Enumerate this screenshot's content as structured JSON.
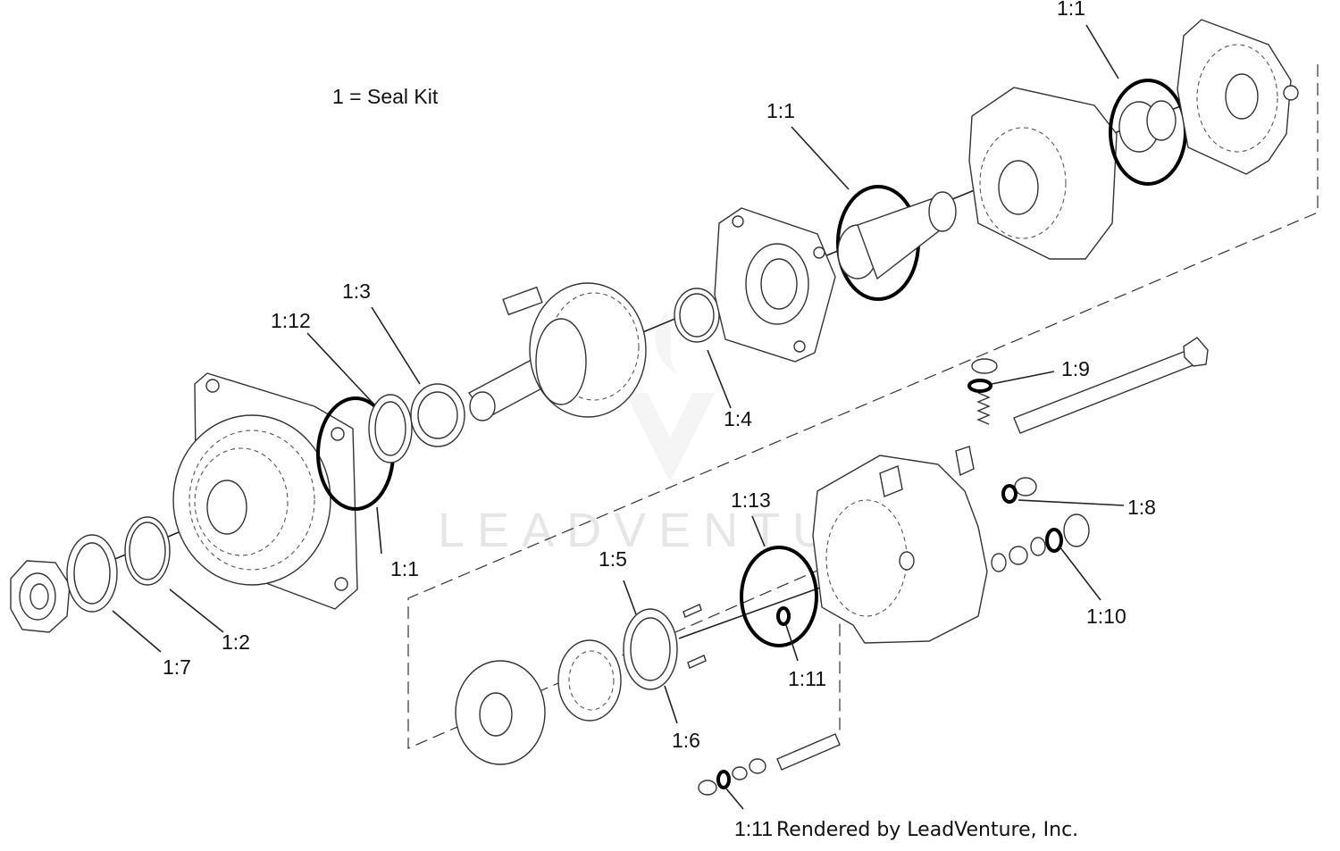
{
  "legend": "1 = Seal Kit",
  "credit": "Rendered by LeadVenture, Inc.",
  "watermark": "LEADVENTURE",
  "callouts": [
    {
      "id": "c-1-1-top",
      "text": "1:1"
    },
    {
      "id": "c-1-1-mid",
      "text": "1:1"
    },
    {
      "id": "c-1-1-left",
      "text": "1:1"
    },
    {
      "id": "c-1-2",
      "text": "1:2"
    },
    {
      "id": "c-1-3",
      "text": "1:3"
    },
    {
      "id": "c-1-4",
      "text": "1:4"
    },
    {
      "id": "c-1-5",
      "text": "1:5"
    },
    {
      "id": "c-1-6",
      "text": "1:6"
    },
    {
      "id": "c-1-7",
      "text": "1:7"
    },
    {
      "id": "c-1-8",
      "text": "1:8"
    },
    {
      "id": "c-1-9",
      "text": "1:9"
    },
    {
      "id": "c-1-10",
      "text": "1:10"
    },
    {
      "id": "c-1-11-mid",
      "text": "1:11"
    },
    {
      "id": "c-1-11-bottom",
      "text": "1:11"
    },
    {
      "id": "c-1-12",
      "text": "1:12"
    },
    {
      "id": "c-1-13",
      "text": "1:13"
    }
  ]
}
